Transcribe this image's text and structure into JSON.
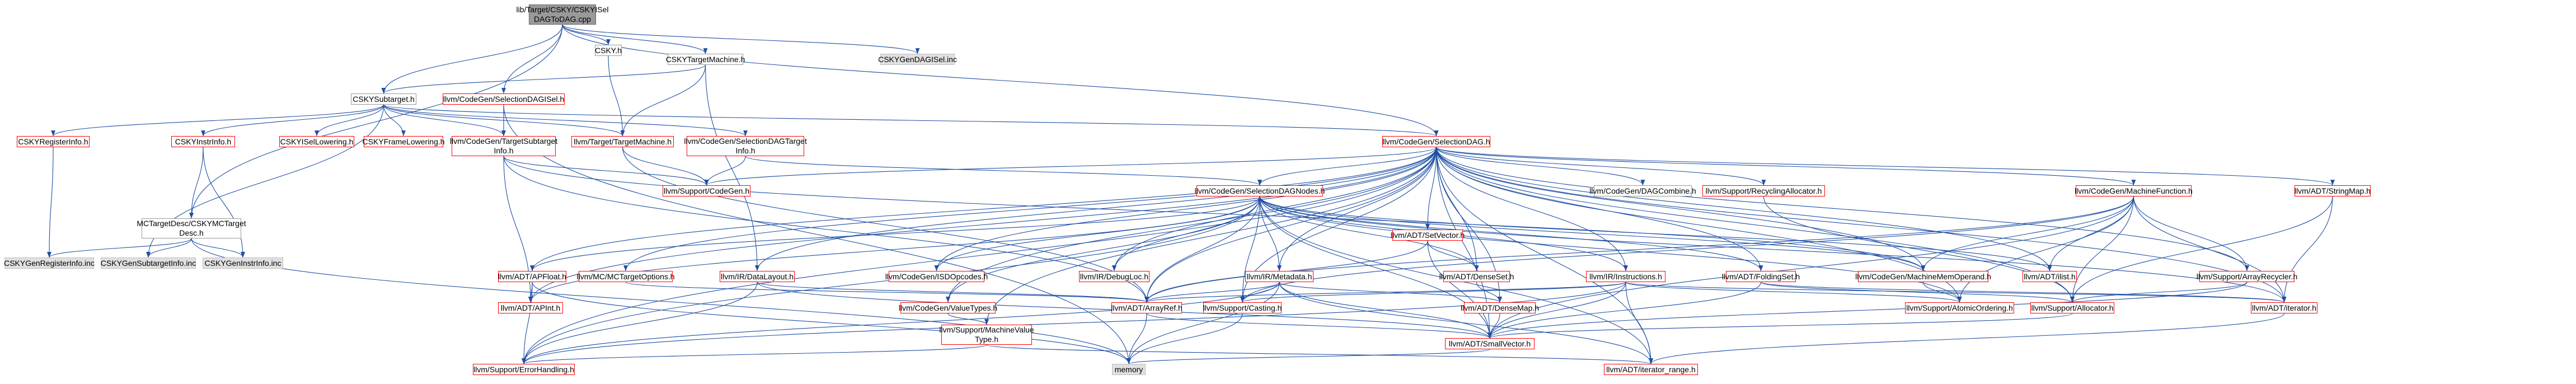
{
  "colors": {
    "edge": "#1f4fa3",
    "external_border": "#ff0000",
    "root_fill": "#999999",
    "system_fill": "#e0e0e0",
    "node_border": "#999999"
  },
  "nodes": [
    {
      "id": "root",
      "label": "lib/Target/CSKY/CSKYISel\nDAGToDAG.cpp",
      "kind": "root"
    },
    {
      "id": "CSKY.h",
      "label": "CSKY.h",
      "kind": "plain"
    },
    {
      "id": "CSKYTargetMachine.h",
      "label": "CSKYTargetMachine.h",
      "kind": "plain"
    },
    {
      "id": "CSKYSubtarget.h",
      "label": "CSKYSubtarget.h",
      "kind": "plain"
    },
    {
      "id": "MCTargetDesc",
      "label": "MCTargetDesc/CSKYMCTarget\nDesc.h",
      "kind": "plain"
    },
    {
      "id": "CSKYGenDAGISel.inc",
      "label": "CSKYGenDAGISel.inc",
      "kind": "system"
    },
    {
      "id": "SelectionDAGISel.h",
      "label": "llvm/CodeGen/SelectionDAGISel.h",
      "kind": "external"
    },
    {
      "id": "SelectionDAG.h",
      "label": "llvm/CodeGen/SelectionDAG.h",
      "kind": "external"
    },
    {
      "id": "CSKYRegisterInfo.h",
      "label": "CSKYRegisterInfo.h",
      "kind": "external"
    },
    {
      "id": "CSKYInstrInfo.h",
      "label": "CSKYInstrInfo.h",
      "kind": "external"
    },
    {
      "id": "CSKYISelLowering.h",
      "label": "CSKYISelLowering.h",
      "kind": "external"
    },
    {
      "id": "CSKYFrameLowering.h",
      "label": "CSKYFrameLowering.h",
      "kind": "external"
    },
    {
      "id": "TargetSubtargetInfo.h",
      "label": "llvm/CodeGen/TargetSubtarget\nInfo.h",
      "kind": "external"
    },
    {
      "id": "TargetMachine.h",
      "label": "llvm/Target/TargetMachine.h",
      "kind": "external"
    },
    {
      "id": "SelectionDAGTargetInfo.h",
      "label": "llvm/CodeGen/SelectionDAGTarget\nInfo.h",
      "kind": "external"
    },
    {
      "id": "CodeGen.h",
      "label": "llvm/Support/CodeGen.h",
      "kind": "external"
    },
    {
      "id": "CSKYGenRegisterInfo.inc",
      "label": "CSKYGenRegisterInfo.inc",
      "kind": "system"
    },
    {
      "id": "CSKYGenSubtargetInfo.inc",
      "label": "CSKYGenSubtargetInfo.inc",
      "kind": "system"
    },
    {
      "id": "CSKYGenInstrInfo.inc",
      "label": "CSKYGenInstrInfo.inc",
      "kind": "system"
    },
    {
      "id": "APFloat.h",
      "label": "llvm/ADT/APFloat.h",
      "kind": "external"
    },
    {
      "id": "TargetOptions.h",
      "label": "llvm/MC/MCTargetOptions.h",
      "kind": "external"
    },
    {
      "id": "DataLayout.h",
      "label": "llvm/IR/DataLayout.h",
      "kind": "external"
    },
    {
      "id": "APInt.h",
      "label": "llvm/ADT/APInt.h",
      "kind": "external"
    },
    {
      "id": "ErrorHandling.h",
      "label": "llvm/Support/ErrorHandling.h",
      "kind": "external"
    },
    {
      "id": "memory",
      "label": "memory",
      "kind": "system"
    },
    {
      "id": "SelectionDAGNodes.h",
      "label": "llvm/CodeGen/SelectionDAGNodes.h",
      "kind": "external"
    },
    {
      "id": "ISDOpcodes.h",
      "label": "llvm/CodeGen/ISDOpcodes.h",
      "kind": "external"
    },
    {
      "id": "ValueTypes.h",
      "label": "llvm/CodeGen/ValueTypes.h",
      "kind": "external"
    },
    {
      "id": "MachineValueType.h",
      "label": "llvm/Support/MachineValue\nType.h",
      "kind": "external"
    },
    {
      "id": "DebugLoc.h",
      "label": "llvm/IR/DebugLoc.h",
      "kind": "external"
    },
    {
      "id": "ArrayRef.h",
      "label": "llvm/ADT/ArrayRef.h",
      "kind": "external"
    },
    {
      "id": "Metadata.h",
      "label": "llvm/IR/Metadata.h",
      "kind": "external"
    },
    {
      "id": "Casting.h",
      "label": "llvm/Support/Casting.h",
      "kind": "external"
    },
    {
      "id": "SetVector.h",
      "label": "llvm/ADT/SetVector.h",
      "kind": "external"
    },
    {
      "id": "DenseSet.h",
      "label": "llvm/ADT/DenseSet.h",
      "kind": "external"
    },
    {
      "id": "DenseMap.h",
      "label": "llvm/ADT/DenseMap.h",
      "kind": "external"
    },
    {
      "id": "Instructions.h",
      "label": "llvm/IR/Instructions.h",
      "kind": "external"
    },
    {
      "id": "FoldingSet.h",
      "label": "llvm/ADT/FoldingSet.h",
      "kind": "external"
    },
    {
      "id": "DAGCombine.h",
      "label": "llvm/CodeGen/DAGCombine.h",
      "kind": "plain"
    },
    {
      "id": "RecyclingAllocator.h",
      "label": "llvm/Support/RecyclingAllocator.h",
      "kind": "external"
    },
    {
      "id": "MachineMemOperand.h",
      "label": "llvm/CodeGen/MachineMemOperand.h",
      "kind": "external"
    },
    {
      "id": "AtomicOrdering.h",
      "label": "llvm/Support/AtomicOrdering.h",
      "kind": "external"
    },
    {
      "id": "MachineFunction.h",
      "label": "llvm/CodeGen/MachineFunction.h",
      "kind": "external"
    },
    {
      "id": "ilist.h",
      "label": "llvm/ADT/ilist.h",
      "kind": "external"
    },
    {
      "id": "Allocator.h",
      "label": "llvm/Support/Allocator.h",
      "kind": "external"
    },
    {
      "id": "ArrayRecycler.h",
      "label": "llvm/Support/ArrayRecycler.h",
      "kind": "external"
    },
    {
      "id": "StringMap.h",
      "label": "llvm/ADT/StringMap.h",
      "kind": "external"
    },
    {
      "id": "iterator.h",
      "label": "llvm/ADT/iterator.h",
      "kind": "external"
    },
    {
      "id": "SmallVector.h",
      "label": "llvm/ADT/SmallVector.h",
      "kind": "external"
    },
    {
      "id": "iterator_range.h",
      "label": "llvm/ADT/iterator_range.h",
      "kind": "external"
    }
  ],
  "edges": [
    [
      "root",
      "CSKY.h"
    ],
    [
      "root",
      "CSKYTargetMachine.h"
    ],
    [
      "root",
      "CSKYSubtarget.h"
    ],
    [
      "root",
      "MCTargetDesc"
    ],
    [
      "root",
      "CSKYGenDAGISel.inc"
    ],
    [
      "root",
      "SelectionDAGISel.h"
    ],
    [
      "root",
      "SelectionDAG.h"
    ],
    [
      "CSKY.h",
      "TargetMachine.h"
    ],
    [
      "CSKYTargetMachine.h",
      "CSKYSubtarget.h"
    ],
    [
      "CSKYTargetMachine.h",
      "TargetMachine.h"
    ],
    [
      "CSKYTargetMachine.h",
      "DataLayout.h"
    ],
    [
      "CSKYSubtarget.h",
      "CSKYRegisterInfo.h"
    ],
    [
      "CSKYSubtarget.h",
      "CSKYInstrInfo.h"
    ],
    [
      "CSKYSubtarget.h",
      "CSKYISelLowering.h"
    ],
    [
      "CSKYSubtarget.h",
      "CSKYFrameLowering.h"
    ],
    [
      "CSKYSubtarget.h",
      "TargetSubtargetInfo.h"
    ],
    [
      "CSKYSubtarget.h",
      "TargetMachine.h"
    ],
    [
      "CSKYSubtarget.h",
      "SelectionDAGTargetInfo.h"
    ],
    [
      "CSKYSubtarget.h",
      "CSKYGenSubtargetInfo.inc"
    ],
    [
      "CSKYSubtarget.h",
      "SelectionDAG.h"
    ],
    [
      "CSKYRegisterInfo.h",
      "CSKYGenRegisterInfo.inc"
    ],
    [
      "CSKYInstrInfo.h",
      "CSKYGenInstrInfo.inc"
    ],
    [
      "CSKYInstrInfo.h",
      "MCTargetDesc"
    ],
    [
      "MCTargetDesc",
      "CSKYGenRegisterInfo.inc"
    ],
    [
      "MCTargetDesc",
      "CSKYGenSubtargetInfo.inc"
    ],
    [
      "MCTargetDesc",
      "CSKYGenInstrInfo.inc"
    ],
    [
      "MCTargetDesc",
      "memory"
    ],
    [
      "SelectionDAGISel.h",
      "TargetSubtargetInfo.h"
    ],
    [
      "SelectionDAGISel.h",
      "memory"
    ],
    [
      "TargetSubtargetInfo.h",
      "CodeGen.h"
    ],
    [
      "TargetSubtargetInfo.h",
      "APInt.h"
    ],
    [
      "TargetSubtargetInfo.h",
      "ArrayRef.h"
    ],
    [
      "TargetSubtargetInfo.h",
      "MachineMemOperand.h"
    ],
    [
      "TargetMachine.h",
      "CodeGen.h"
    ],
    [
      "TargetMachine.h",
      "ArrayRef.h"
    ],
    [
      "SelectionDAGTargetInfo.h",
      "CodeGen.h"
    ],
    [
      "SelectionDAGTargetInfo.h",
      "SelectionDAGNodes.h"
    ],
    [
      "SelectionDAG.h",
      "CodeGen.h"
    ],
    [
      "SelectionDAG.h",
      "SelectionDAGNodes.h"
    ],
    [
      "SelectionDAG.h",
      "ISDOpcodes.h"
    ],
    [
      "SelectionDAG.h",
      "ValueTypes.h"
    ],
    [
      "SelectionDAG.h",
      "MachineValueType.h"
    ],
    [
      "SelectionDAG.h",
      "DebugLoc.h"
    ],
    [
      "SelectionDAG.h",
      "ArrayRef.h"
    ],
    [
      "SelectionDAG.h",
      "Metadata.h"
    ],
    [
      "SelectionDAG.h",
      "Casting.h"
    ],
    [
      "SelectionDAG.h",
      "SetVector.h"
    ],
    [
      "SelectionDAG.h",
      "DenseSet.h"
    ],
    [
      "SelectionDAG.h",
      "DenseMap.h"
    ],
    [
      "SelectionDAG.h",
      "Instructions.h"
    ],
    [
      "SelectionDAG.h",
      "FoldingSet.h"
    ],
    [
      "SelectionDAG.h",
      "DAGCombine.h"
    ],
    [
      "SelectionDAG.h",
      "RecyclingAllocator.h"
    ],
    [
      "SelectionDAG.h",
      "MachineMemOperand.h"
    ],
    [
      "SelectionDAG.h",
      "AtomicOrdering.h"
    ],
    [
      "SelectionDAG.h",
      "MachineFunction.h"
    ],
    [
      "SelectionDAG.h",
      "ilist.h"
    ],
    [
      "SelectionDAG.h",
      "Allocator.h"
    ],
    [
      "SelectionDAG.h",
      "ArrayRecycler.h"
    ],
    [
      "SelectionDAG.h",
      "StringMap.h"
    ],
    [
      "SelectionDAG.h",
      "iterator.h"
    ],
    [
      "SelectionDAG.h",
      "SmallVector.h"
    ],
    [
      "SelectionDAG.h",
      "iterator_range.h"
    ],
    [
      "SelectionDAG.h",
      "APInt.h"
    ],
    [
      "SelectionDAG.h",
      "ErrorHandling.h"
    ],
    [
      "SelectionDAG.h",
      "APFloat.h"
    ],
    [
      "SelectionDAG.h",
      "TargetOptions.h"
    ],
    [
      "SelectionDAG.h",
      "DataLayout.h"
    ],
    [
      "SelectionDAGNodes.h",
      "APFloat.h"
    ],
    [
      "SelectionDAGNodes.h",
      "ISDOpcodes.h"
    ],
    [
      "SelectionDAGNodes.h",
      "ValueTypes.h"
    ],
    [
      "SelectionDAGNodes.h",
      "DebugLoc.h"
    ],
    [
      "SelectionDAGNodes.h",
      "ArrayRef.h"
    ],
    [
      "SelectionDAGNodes.h",
      "Metadata.h"
    ],
    [
      "SelectionDAGNodes.h",
      "Casting.h"
    ],
    [
      "SelectionDAGNodes.h",
      "DenseSet.h"
    ],
    [
      "SelectionDAGNodes.h",
      "FoldingSet.h"
    ],
    [
      "SelectionDAGNodes.h",
      "MachineMemOperand.h"
    ],
    [
      "SelectionDAGNodes.h",
      "AtomicOrdering.h"
    ],
    [
      "SelectionDAGNodes.h",
      "iterator.h"
    ],
    [
      "SelectionDAGNodes.h",
      "SmallVector.h"
    ],
    [
      "SelectionDAGNodes.h",
      "iterator_range.h"
    ],
    [
      "SelectionDAGNodes.h",
      "ilist.h"
    ],
    [
      "SelectionDAGNodes.h",
      "Instructions.h"
    ],
    [
      "SelectionDAGNodes.h",
      "APInt.h"
    ],
    [
      "SelectionDAGNodes.h",
      "ErrorHandling.h"
    ],
    [
      "APFloat.h",
      "APInt.h"
    ],
    [
      "APFloat.h",
      "ErrorHandling.h"
    ],
    [
      "APFloat.h",
      "memory"
    ],
    [
      "TargetOptions.h",
      "ArrayRef.h"
    ],
    [
      "DataLayout.h",
      "ArrayRef.h"
    ],
    [
      "DataLayout.h",
      "SmallVector.h"
    ],
    [
      "DataLayout.h",
      "ErrorHandling.h"
    ],
    [
      "ValueTypes.h",
      "MachineValueType.h"
    ],
    [
      "MachineValueType.h",
      "ErrorHandling.h"
    ],
    [
      "MachineValueType.h",
      "iterator_range.h"
    ],
    [
      "ArrayRef.h",
      "memory"
    ],
    [
      "ArrayRef.h",
      "SmallVector.h"
    ],
    [
      "Metadata.h",
      "ArrayRef.h"
    ],
    [
      "Metadata.h",
      "DenseMap.h"
    ],
    [
      "Metadata.h",
      "Casting.h"
    ],
    [
      "Metadata.h",
      "ErrorHandling.h"
    ],
    [
      "Metadata.h",
      "iterator_range.h"
    ],
    [
      "Metadata.h",
      "memory"
    ],
    [
      "Metadata.h",
      "SmallVector.h"
    ],
    [
      "Casting.h",
      "memory"
    ],
    [
      "SetVector.h",
      "ArrayRef.h"
    ],
    [
      "SetVector.h",
      "DenseSet.h"
    ],
    [
      "SetVector.h",
      "SmallVector.h"
    ],
    [
      "DenseSet.h",
      "DenseMap.h"
    ],
    [
      "DenseMap.h",
      "SmallVector.h"
    ],
    [
      "Instructions.h",
      "ArrayRef.h"
    ],
    [
      "Instructions.h",
      "Casting.h"
    ],
    [
      "Instructions.h",
      "AtomicOrdering.h"
    ],
    [
      "Instructions.h",
      "iterator.h"
    ],
    [
      "Instructions.h",
      "iterator_range.h"
    ],
    [
      "Instructions.h",
      "SmallVector.h"
    ],
    [
      "Instructions.h",
      "ErrorHandling.h"
    ],
    [
      "FoldingSet.h",
      "Allocator.h"
    ],
    [
      "FoldingSet.h",
      "SmallVector.h"
    ],
    [
      "FoldingSet.h",
      "iterator.h"
    ],
    [
      "MachineFunction.h",
      "ArrayRef.h"
    ],
    [
      "MachineFunction.h",
      "ilist.h"
    ],
    [
      "MachineFunction.h",
      "Allocator.h"
    ],
    [
      "MachineFunction.h",
      "ArrayRecycler.h"
    ],
    [
      "MachineFunction.h",
      "MachineMemOperand.h"
    ],
    [
      "MachineFunction.h",
      "iterator.h"
    ],
    [
      "MachineFunction.h",
      "SmallVector.h"
    ],
    [
      "MachineFunction.h",
      "Casting.h"
    ],
    [
      "MachineFunction.h",
      "AtomicOrdering.h"
    ],
    [
      "ArrayRecycler.h",
      "Allocator.h"
    ],
    [
      "ArrayRecycler.h",
      "SmallVector.h"
    ],
    [
      "StringMap.h",
      "Allocator.h"
    ],
    [
      "StringMap.h",
      "iterator.h"
    ],
    [
      "iterator.h",
      "iterator_range.h"
    ],
    [
      "Allocator.h",
      "SmallVector.h"
    ],
    [
      "RecyclingAllocator.h",
      "Allocator.h"
    ],
    [
      "MachineMemOperand.h",
      "AtomicOrdering.h"
    ],
    [
      "SmallVector.h",
      "memory"
    ]
  ]
}
